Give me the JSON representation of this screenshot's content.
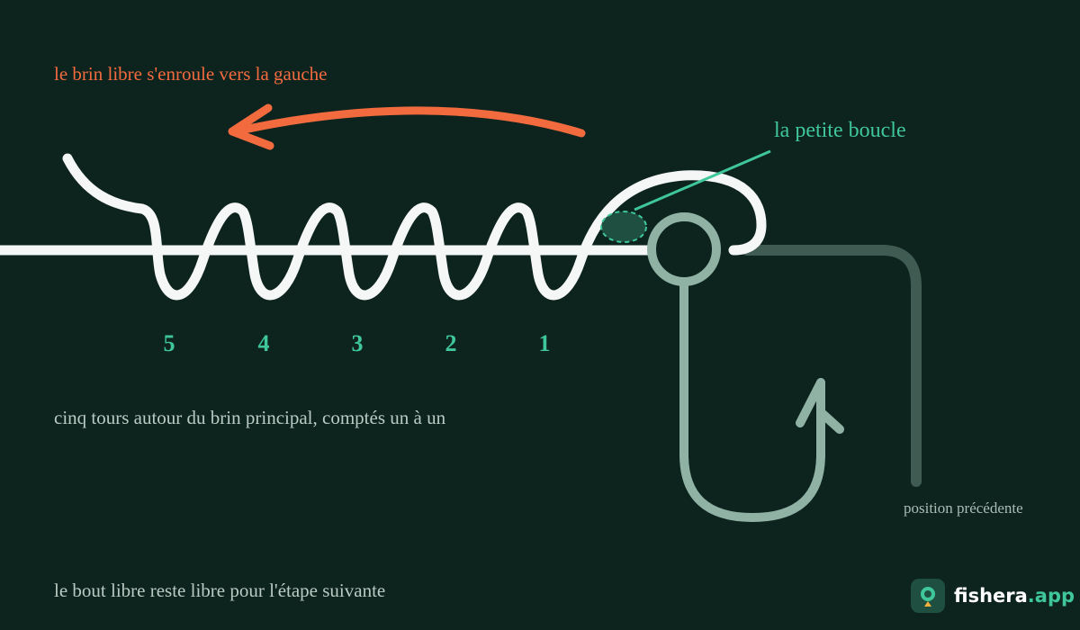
{
  "captions": {
    "wrap_direction": "le brin libre s'enroule vers la gauche",
    "small_loop": "la petite boucle",
    "turns_description": "cinq tours autour du brin principal, comptés un à un",
    "tag_end_note": "le bout libre reste libre pour l'étape suivante",
    "previous_position": "position précédente"
  },
  "turn_numbers": [
    "5",
    "4",
    "3",
    "2",
    "1"
  ],
  "brand": {
    "name": "fishera",
    "domain": ".app",
    "icon": "fish-logo-icon"
  },
  "colors": {
    "background": "#0d231e",
    "line": "#f4f7f5",
    "accent_orange": "#f26b3f",
    "accent_green": "#3fc79a",
    "hook": "#8fb2a4",
    "previous_line": "#3f5b52",
    "caption": "#b9cbc3"
  }
}
